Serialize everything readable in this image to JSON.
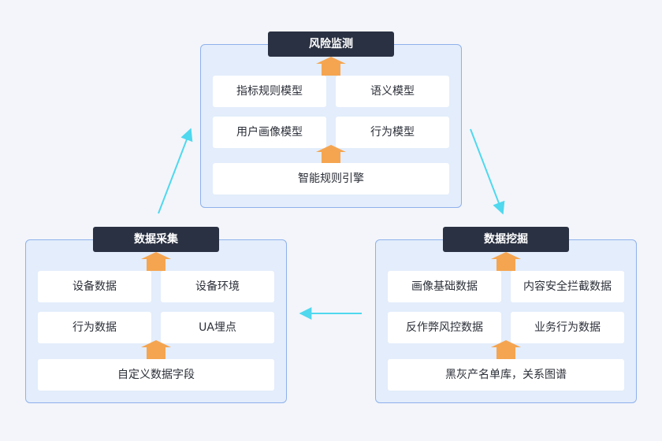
{
  "colors": {
    "background": "#f3f5fa",
    "panel_fill": "#e3edfb",
    "panel_border": "#8fb1ec",
    "title_fill": "#2a3142",
    "card_fill": "#ffffff",
    "up_arrow": "#f5a550",
    "flow_arrow": "#4fd8ee"
  },
  "risk": {
    "title": "风险监测",
    "cards": [
      "指标规则模型",
      "语义模型",
      "用户画像模型",
      "行为模型"
    ],
    "base": "智能规则引擎"
  },
  "collect": {
    "title": "数据采集",
    "cards": [
      "设备数据",
      "设备环境",
      "行为数据",
      "UA埋点"
    ],
    "base": "自定义数据字段"
  },
  "mining": {
    "title": "数据挖掘",
    "cards": [
      "画像基础数据",
      "内容安全拦截数据",
      "反作弊风控数据",
      "业务行为数据"
    ],
    "base": "黑灰产名单库，关系图谱"
  }
}
